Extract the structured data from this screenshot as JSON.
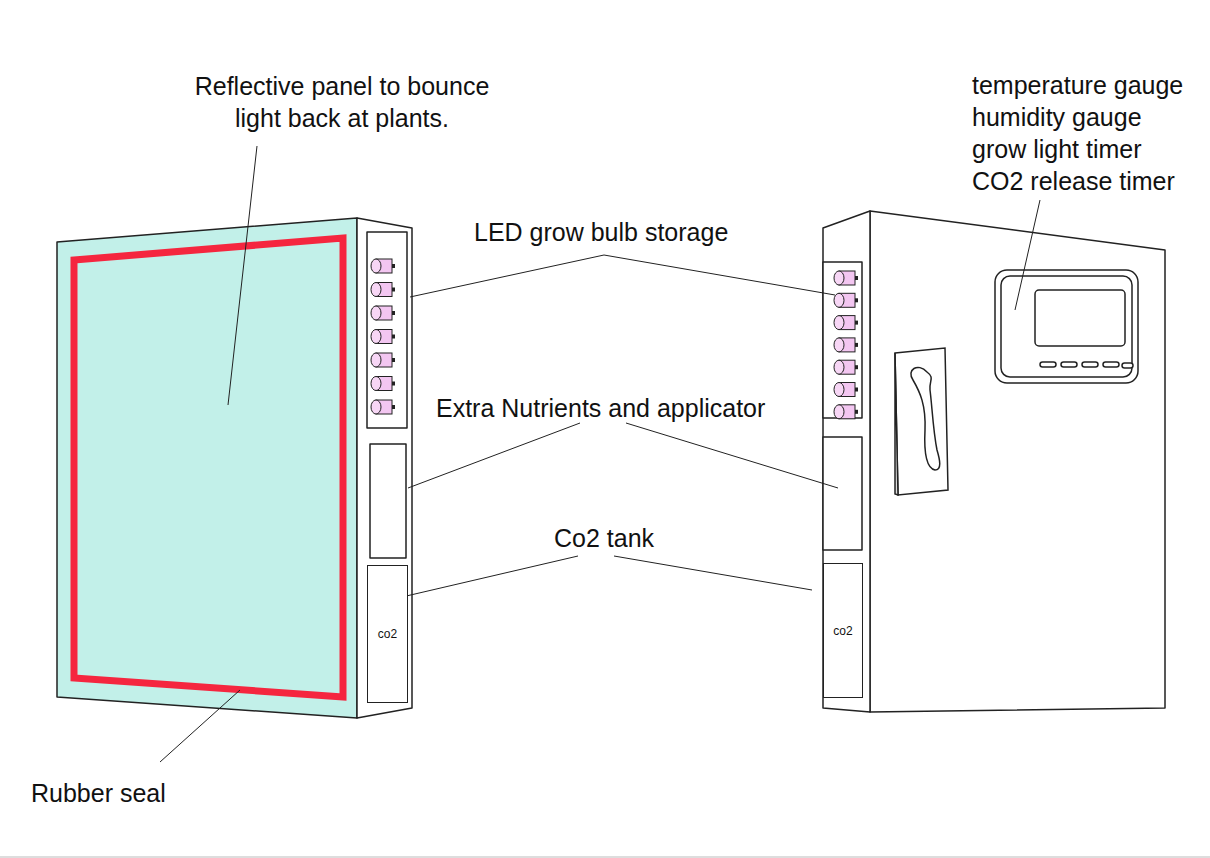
{
  "diagram": {
    "nodes": [
      {
        "text": [
          "co2"
        ]
      },
      {
        "text": [
          "co2"
        ]
      }
    ],
    "labels": [
      "Reflective panel to bounce light back at plants.",
      "LED grow bulb storage",
      "Extra Nutrients and applicator",
      "Co2 tank",
      "Rubber seal",
      "temperature gauge humidity gauge grow light timer CO2 release timer"
    ]
  }
}
